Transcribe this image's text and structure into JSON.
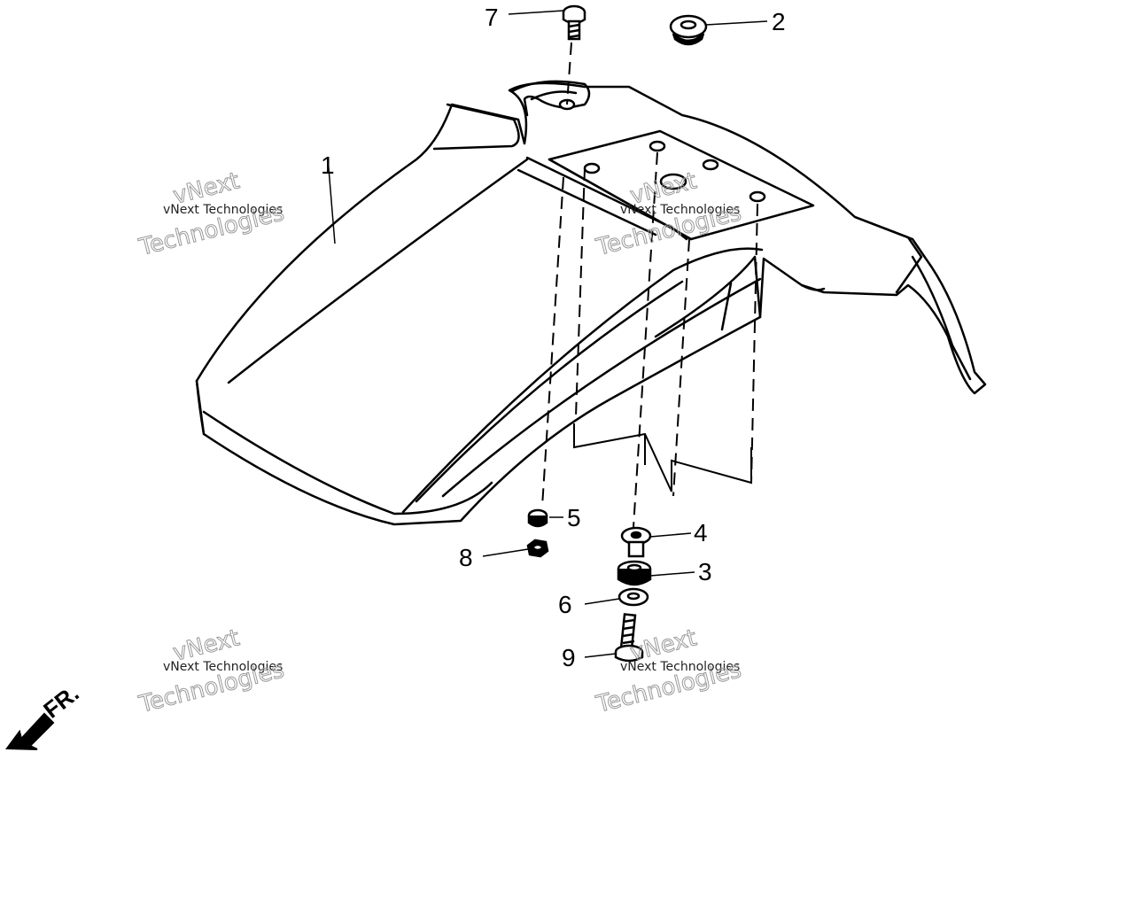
{
  "callouts": [
    "1",
    "2",
    "3",
    "4",
    "5",
    "6",
    "7",
    "8",
    "9"
  ],
  "direction_label": "FR.",
  "watermark": {
    "line_small": "vNext Technologies",
    "line_large_1": "vNext",
    "line_large_2": "Technologies"
  },
  "colors": {
    "ink": "#000000",
    "paper": "#ffffff",
    "watermark": "#9a9a9a"
  }
}
